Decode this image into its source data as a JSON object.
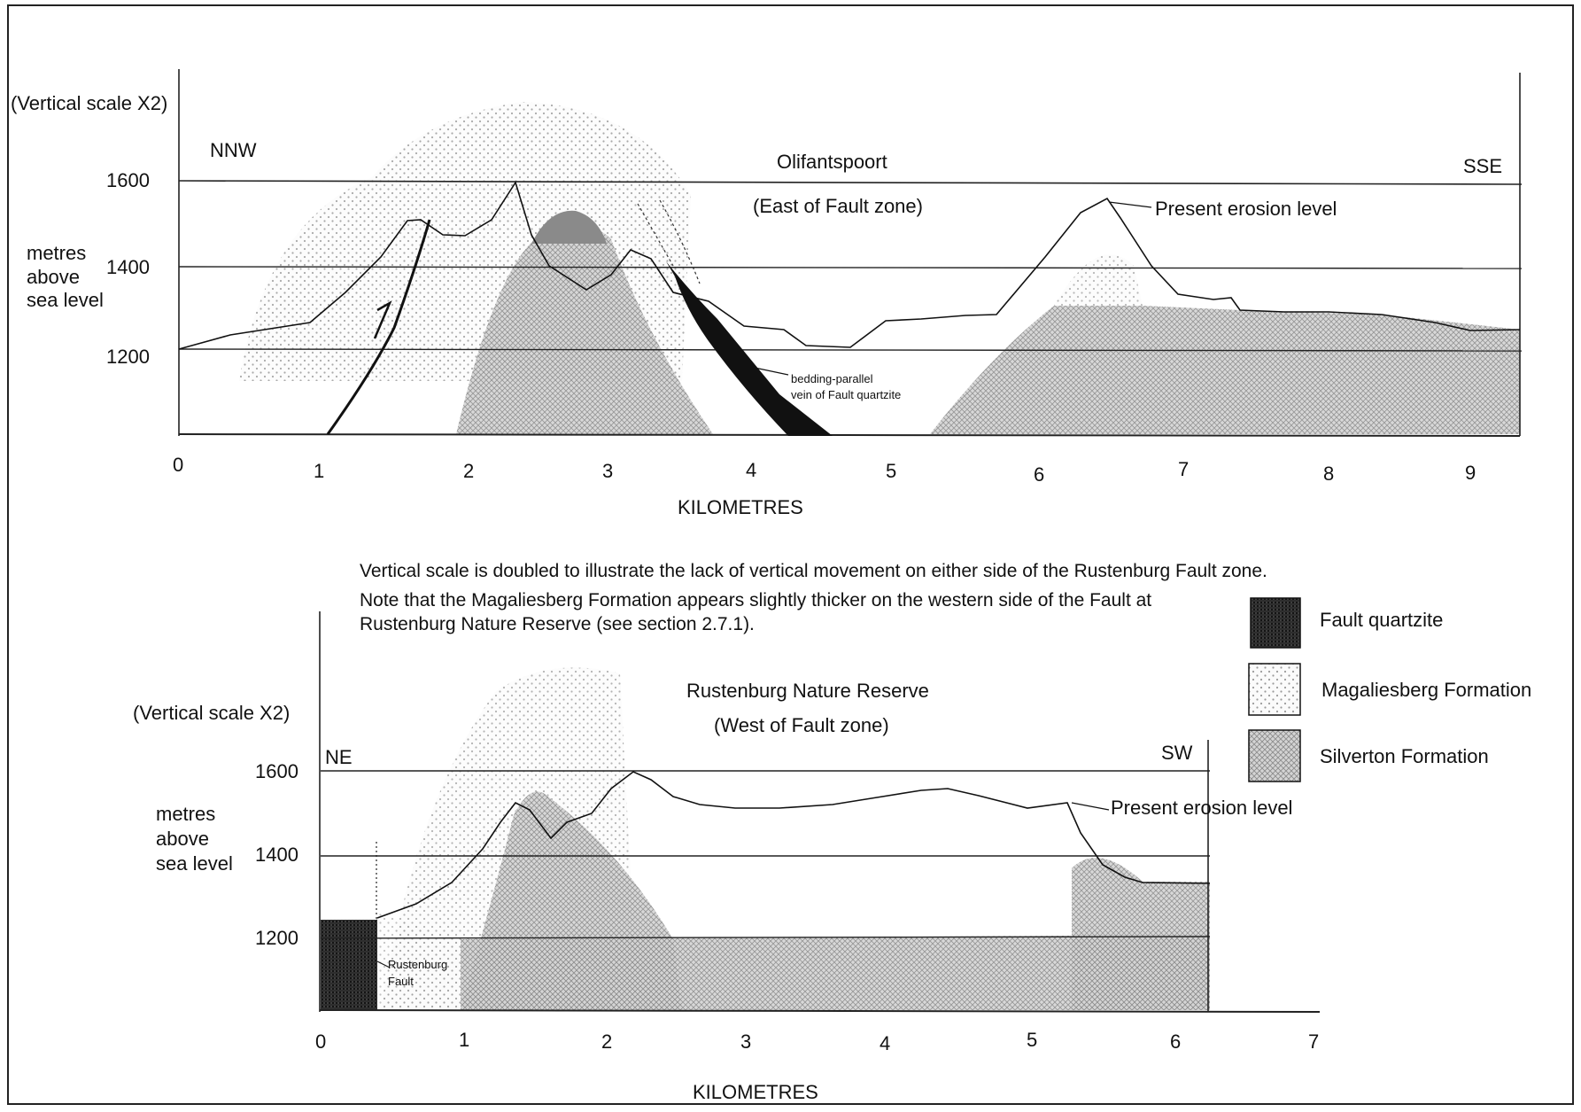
{
  "top_section": {
    "vertical_scale_note": "(Vertical scale X2)",
    "left_direction": "NNW",
    "right_direction": "SSE",
    "location_title": "Olifantspoort",
    "location_subtitle": "(East of Fault zone)",
    "erosion_label": "Present erosion level",
    "y_axis_label": [
      "metres",
      "above",
      "sea level"
    ],
    "y_ticks": [
      "1600",
      "1400",
      "1200"
    ],
    "x_ticks": [
      "0",
      "1",
      "2",
      "3",
      "4",
      "5",
      "6",
      "7",
      "8",
      "9"
    ],
    "x_axis_label": "KILOMETRES",
    "vein_label": [
      "bedding-parallel",
      "vein of Fault quartzite"
    ],
    "fault_arrow": "/"
  },
  "caption": [
    "Vertical scale is doubled to illustrate the lack of vertical movement on either side of the Rustenburg Fault zone.",
    "Note that the Magaliesberg Formation appears slightly thicker on the western side of the Fault at",
    "Rustenburg Nature Reserve (see section 2.7.1)."
  ],
  "legend": [
    {
      "label": "Fault quartzite",
      "pattern": "fault-quartzite"
    },
    {
      "label": "Magaliesberg Formation",
      "pattern": "magaliesberg"
    },
    {
      "label": "Silverton Formation",
      "pattern": "silverton"
    }
  ],
  "bottom_section": {
    "vertical_scale_note": "(Vertical scale X2)",
    "left_direction": "NE",
    "right_direction": "SW",
    "location_title": "Rustenburg Nature Reserve",
    "location_subtitle": "(West of Fault zone)",
    "erosion_label": "Present erosion level",
    "y_axis_label": [
      "metres",
      "above",
      "sea level"
    ],
    "y_ticks": [
      "1600",
      "1400",
      "1200"
    ],
    "x_ticks": [
      "0",
      "1",
      "2",
      "3",
      "4",
      "5",
      "6",
      "7"
    ],
    "x_axis_label": "KILOMETRES",
    "fault_label": [
      "Rustenburg",
      "Fault"
    ]
  },
  "colors": {
    "ink": "#111111",
    "fault_quartzite": "#1a1a1a",
    "silverton": "#c8c8c8",
    "magaliesberg": "#f2f2f2"
  }
}
